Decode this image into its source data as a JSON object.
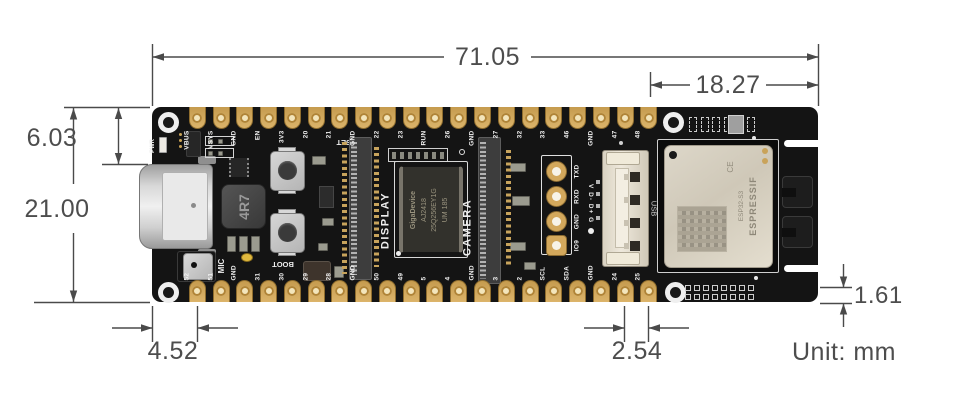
{
  "unit_note": "Unit: mm",
  "dimensions": {
    "board_width": "71.05",
    "module_section_width": "18.27",
    "top_to_usb": "6.03",
    "board_height": "21.00",
    "edge_to_first_pin": "4.52",
    "pin_pitch": "2.54",
    "edge_strip": "1.61"
  },
  "board": {
    "top_pins": [
      "VBUS",
      "VSYS",
      "GND",
      "EN",
      "3V3",
      "20",
      "21",
      "GND",
      "22",
      "23",
      "RUN",
      "26",
      "GND",
      "27",
      "32",
      "33",
      "46",
      "GND",
      "47",
      "48"
    ],
    "bottom_pins": [
      "52",
      "51",
      "GND",
      "31",
      "30",
      "29",
      "28",
      "GND",
      "50",
      "49",
      "5",
      "4",
      "GND",
      "3",
      "2",
      "SCL",
      "SDA",
      "GND",
      "24",
      "25"
    ],
    "labels": {
      "pwr": "PWR",
      "mic": "MIC",
      "reset": "RESET",
      "boot": "BOOT",
      "display": "DISPLAY",
      "camera": "CAMERA",
      "usb": "USB",
      "usb_conn_pins": "V D- D+ G",
      "uart_pins": [
        "TXD",
        "RXD",
        "GND",
        "IO9"
      ]
    },
    "components": {
      "inductor": "4R7",
      "flash_chip": {
        "line1": "GigaDevice",
        "line2": "AJ2418",
        "line3": "25Q256EY1G",
        "line4": "UM 185"
      },
      "module": {
        "brand": "ESPRESSIF",
        "model": "ESP32-S3",
        "mark": "CE"
      }
    }
  },
  "colors": {
    "background": "#ffffff",
    "pcb": "#141414",
    "pad_gold": "#d2a85c",
    "dimension": "#4a4a4a",
    "module_shield": "#d6cfc0",
    "connector_beige": "#e9e2d2"
  }
}
